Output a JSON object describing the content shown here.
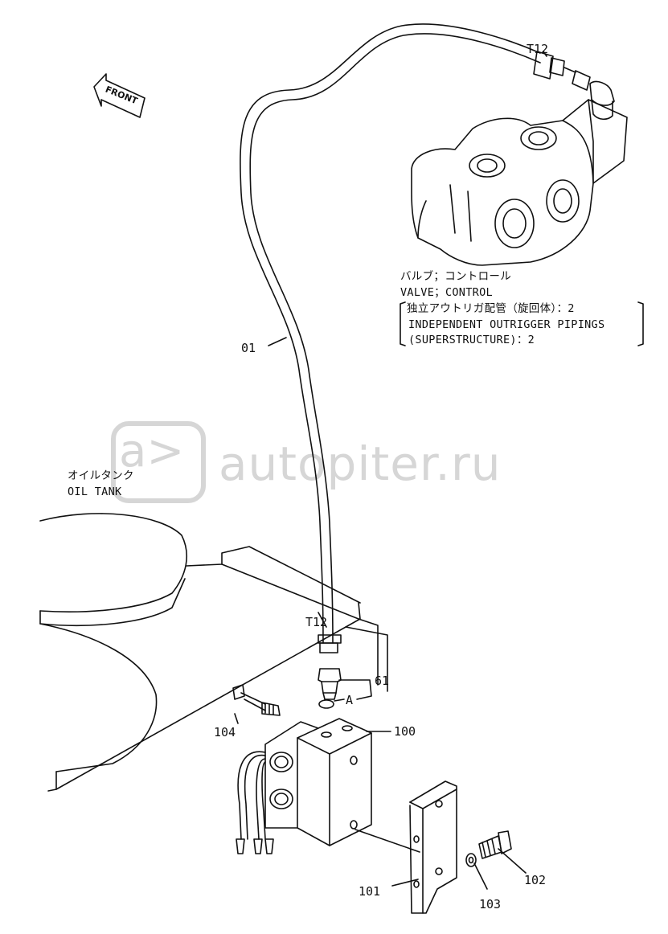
{
  "watermark": {
    "text": "autopiter.ru",
    "logo": "a>"
  },
  "orientation": {
    "front_label": "FRONT"
  },
  "part_labels": {
    "t12_top": "T12",
    "t12_bottom": "T12",
    "hose": "01",
    "adapter": "61",
    "oring": "A",
    "bolt": "104",
    "block": "100",
    "bracket": "101",
    "screw": "102",
    "washer": "103"
  },
  "valve_note": {
    "jp_title": "バルブ；コントロール",
    "en_title": "VALVE；CONTROL",
    "jp_detail": "独立アウトリガ配管（旋回体）：2",
    "en_detail_1": "INDEPENDENT OUTRIGGER PIPINGS",
    "en_detail_2": "(SUPERSTRUCTURE)：2"
  },
  "tank_note": {
    "jp": "オイルタンク",
    "en": "OIL TANK"
  },
  "colors": {
    "line": "#111111",
    "watermark": "#d6d6d6"
  }
}
